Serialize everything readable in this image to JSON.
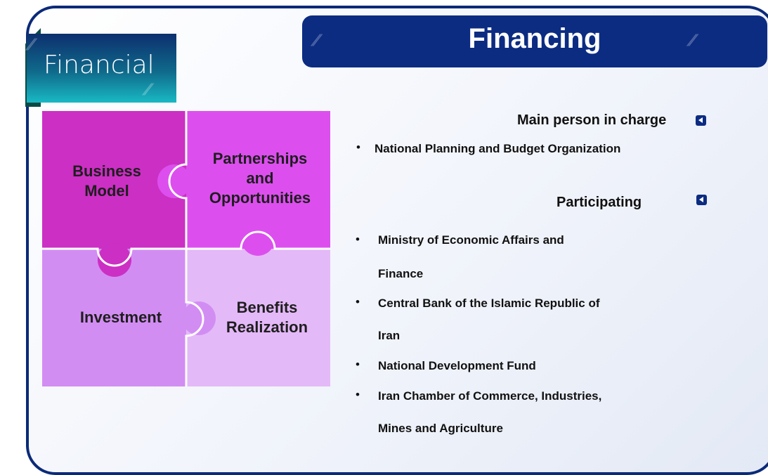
{
  "header": {
    "title": "Financing"
  },
  "tab": {
    "title": "Financial"
  },
  "puzzle": {
    "pieces": [
      {
        "label_lines": [
          "Business",
          "Model"
        ],
        "color": "#cc2fc4"
      },
      {
        "label_lines": [
          "Partnerships",
          "and",
          "Opportunities"
        ],
        "color": "#dc4fee"
      },
      {
        "label_lines": [
          "Investment"
        ],
        "color": "#d28df3"
      },
      {
        "label_lines": [
          "Benefits",
          "Realization"
        ],
        "color": "#e4b9f8"
      }
    ]
  },
  "main_person": {
    "title": "Main person in charge",
    "items": [
      "National Planning and Budget Organization"
    ]
  },
  "participating": {
    "title": "Participating",
    "items": [
      {
        "lines": [
          "Ministry of Economic Affairs and",
          "Finance"
        ]
      },
      {
        "lines": [
          "Central Bank of the Islamic Republic of",
          "Iran"
        ]
      },
      {
        "lines": [
          "National Development Fund"
        ]
      },
      {
        "lines": [
          "Iran Chamber of Commerce, Industries,",
          "Mines and Agriculture"
        ]
      }
    ]
  },
  "icons": {
    "bullet": "•",
    "arrow": "chevron-left-square-icon"
  },
  "colors": {
    "accent_navy": "#0c2c82",
    "teal": "#19b9c4",
    "frame": "#0b2a78"
  }
}
